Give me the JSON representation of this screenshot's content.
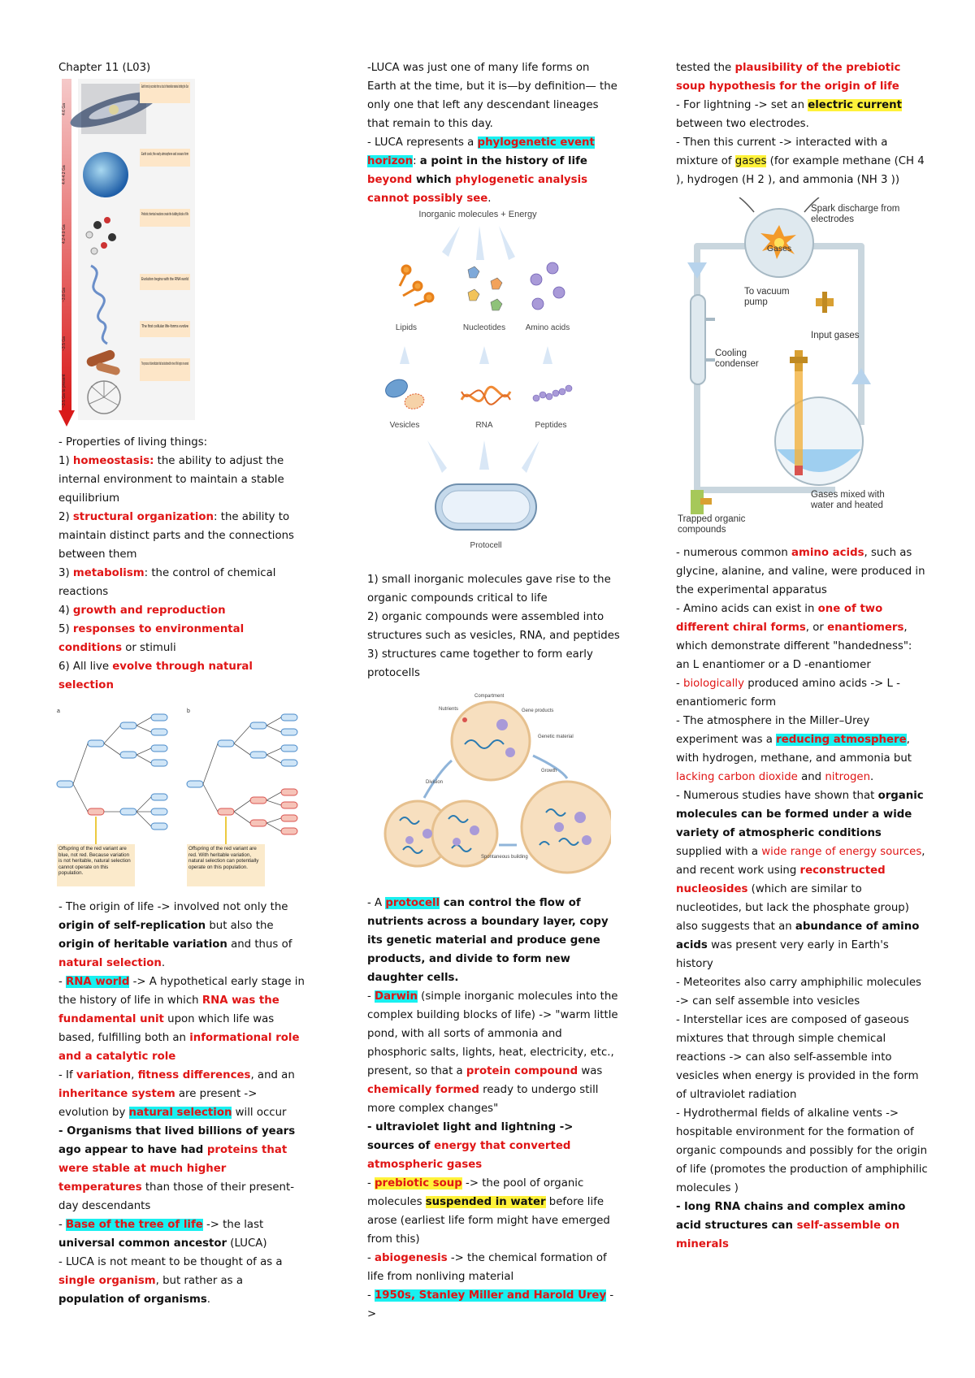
{
  "col1": {
    "chapter_title": "Chapter 11 (L03)",
    "timeline": {
      "stages": [
        {
          "label": "Earth forms by accretion from a cloud of interstellar material orbiting the Sun",
          "age": "4.6 Ga"
        },
        {
          "label": "Earth cools; the early atmosphere and oceans form",
          "age": "4.4-4.2 Ga"
        },
        {
          "label": "Prebiotic chemical reactions create the building blocks of life",
          "age": "4.2-4.0 Ga"
        },
        {
          "label": "Evolution begins with the RNA world",
          "age": "~3.8 Ga"
        },
        {
          "label": "The first cellular life-forms evolve",
          "age": "~3.5 Ga"
        },
        {
          "label": "The process of diversification that has fashioned the tree of life begins in earnest",
          "age": "~3.5 Ga to present"
        }
      ]
    },
    "props_intro": "- Properties of living things:",
    "p1_num": "1) ",
    "p1_term": "homeostasis:",
    "p1_rest": " the ability to adjust the internal environment to maintain a stable equilibrium",
    "p2_num": "2) ",
    "p2_term": "structural organization",
    "p2_rest": ": the ability to maintain distinct parts and the connections between them",
    "p3_num": "3) ",
    "p3_term": "metabolism",
    "p3_rest": ": the control of chemical reactions",
    "p4_num": "4) ",
    "p4_term": "growth and reproduction",
    "p5_num": "5) ",
    "p5_term": "responses to environmental conditions",
    "p5_rest": " or stimuli",
    "p6_num": "6) All live ",
    "p6_term": "evolve through natural selection",
    "tree": {
      "label_a": "a",
      "label_b": "b",
      "caption_a": "Offspring of the red variant are blue, not red. Because variation is not heritable, natural selection cannot operate on this population.",
      "caption_b": "Offspring of the red variant are red. With heritable variation, natural selection can potentially operate on this population."
    },
    "o1_a": "- The origin of life -> involved not only the ",
    "o1_b": "origin of self-replication",
    "o1_c": " but also the ",
    "o1_d": "origin of heritable variation",
    "o1_e": " and thus of ",
    "o1_f": "natural selection",
    "o1_g": ".",
    "rna_a": "- ",
    "rna_b": "RNA world",
    "rna_c": " -> A hypothetical early stage in the history of life in which ",
    "rna_d": "RNA was the fundamental unit",
    "rna_e": " upon which life was based, fulfilling both an ",
    "rna_f": "informational role and a catalytic role",
    "if_a": "- If ",
    "if_b": "variation",
    "if_c": ", ",
    "if_d": "fitness differences",
    "if_e": ", and an ",
    "if_f": "inheritance system",
    "if_g": " are present -> evolution by ",
    "if_h": "natural selection",
    "if_i": " will occur",
    "org_a": "- Organisms that lived billions of years ago appear to have had ",
    "org_b": "proteins that were stable at much higher temperatures",
    "org_c": " than those of their present-day descendants",
    "base_a": "- ",
    "base_b": "Base of the tree of life",
    "base_c": " -> the last ",
    "base_d": "universal common ancestor",
    "base_e": " (LUCA)",
    "luca_a": "- LUCA is not meant to be thought of as a ",
    "luca_b": "single organism",
    "luca_c": ", but rather as a ",
    "luca_d": "population of organisms",
    "luca_e": "."
  },
  "col2": {
    "l1": "-LUCA was just one of many life forms on Earth at the time, but it is—by definition— the only one that left any descendant lineages that remain to this day.",
    "l2_a": "- LUCA represents a ",
    "l2_b": "phylogenetic event horizon",
    "l2_c": ": ",
    "l2_d": "a point in the history of life ",
    "l2_e": "beyond",
    "l2_f": " which ",
    "l2_g": "phylogenetic analysis cannot possibly see",
    "l2_h": ".",
    "fig": {
      "title": "Inorganic molecules + Energy",
      "lipids": "Lipids",
      "nucleotides": "Nucleotides",
      "amino": "Amino acids",
      "vesicles": "Vesicles",
      "rna": "RNA",
      "peptides": "Peptides",
      "protocell": "Protocell"
    },
    "s1": "1) small inorganic molecules gave rise to the organic compounds critical to life",
    "s2": "2) organic compounds were assembled into structures such as vesicles, RNA, and peptides",
    "s3": "3) structures came together to form early protocells",
    "cell": {
      "compartment": "Compartment",
      "nutrients": "Nutrients",
      "gene_products": "Gene products",
      "genetic": "Genetic material",
      "division": "Division",
      "growth": "Growth",
      "spontaneous": "Spontaneous building"
    },
    "pc_a": "- A ",
    "pc_b": "protocell",
    "pc_c": " can control the flow of nutrients across a boundary layer, copy its genetic material and produce gene products, and divide to form new daughter cells.",
    "dw_a": "- ",
    "dw_b": "Darwin",
    "dw_c": " (simple inorganic molecules into the complex building blocks of life) -> \"warm little pond, with all sorts of ammonia and phosphoric salts, lights, heat, electricity, etc., present, so that a ",
    "dw_d": "protein compound",
    "dw_e": " was ",
    "dw_f": "chemically formed",
    "dw_g": " ready to undergo still more complex changes\"",
    "uv_a": "- ultraviolet light and lightning -> sources of ",
    "uv_b": "energy that converted atmospheric gases",
    "ps_a": "- ",
    "ps_b": "prebiotic soup",
    "ps_c": " -> the pool of organic molecules ",
    "ps_d": "suspended in water",
    "ps_e": " before life arose (earliest life form might have emerged from this)",
    "ab_a": "- ",
    "ab_b": "abiogenesis",
    "ab_c": " -> the chemical formation of life from nonliving material",
    "mu_a": "- ",
    "mu_b": "1950s, Stanley Miller and Harold Urey",
    "mu_c": " ->"
  },
  "col3": {
    "t1_a": "tested the ",
    "t1_b": "plausibility of the prebiotic soup hypothesis for the origin of life",
    "t2_a": "- For lightning -> set an ",
    "t2_b": "electric current",
    "t2_c": " between two electrodes.",
    "t3_a": "- Then this current -> interacted with a mixture of ",
    "t3_b": "gases",
    "t3_c": " (for example methane (CH 4 ), hydrogen (H 2 ), and ammonia (NH 3 ))",
    "app": {
      "spark": "Spark discharge from electrodes",
      "gases": "Gases",
      "vacuum": "To vacuum pump",
      "input": "Input gases",
      "condenser": "Cooling condenser",
      "mixed": "Gases mixed with water and heated",
      "trapped": "Trapped organic compounds"
    },
    "a1_a": "- numerous common ",
    "a1_b": "amino acids",
    "a1_c": ", such as glycine, alanine, and valine, were produced in the experimental apparatus",
    "a2_a": "- Amino acids can exist in ",
    "a2_b": "one of two different chiral forms",
    "a2_c": ", or ",
    "a2_d": "enantiomers",
    "a2_e": ", which demonstrate different \"handedness\": an L enantiomer or a D -enantiomer",
    "a3_a": "- ",
    "a3_b": "biologically",
    "a3_c": " produced amino acids -> L - enantiomeric form",
    "a4_a": "- The atmosphere in the Miller–Urey experiment was a ",
    "a4_b": "reducing atmosphere",
    "a4_c": ", with hydrogen, methane, and ammonia but ",
    "a4_d": "lacking carbon dioxide",
    "a4_e": " and ",
    "a4_f": "nitrogen",
    "a4_g": ".",
    "a5_a": "- Numerous studies have shown that ",
    "a5_b": "organic molecules can be formed under a wide variety of atmospheric conditions",
    "a5_c": " supplied with a ",
    "a5_d": "wide range of energy sources",
    "a5_e": ", and recent work using ",
    "a5_f": "reconstructed nucleosides",
    "a5_g": " (which are similar to nucleotides, but lack the phosphate group) also suggests that an ",
    "a5_h": "abundance of amino acids",
    "a5_i": " was present very early in Earth's history",
    "a6": "- Meteorites also carry amphiphilic molecules -> can self assemble into vesicles",
    "a7": "- Interstellar ices are composed of gaseous mixtures that through simple chemical reactions -> can also self-assemble into vesicles when energy is provided in the form of ultraviolet radiation",
    "a8": "- Hydrothermal fields of alkaline vents -> hospitable environment for the formation of organic compounds and possibly for the origin of life (promotes the production of amphiphilic molecules )",
    "a9_a": "- long RNA chains and complex amino acid structures can ",
    "a9_b": "self-assemble on minerals"
  }
}
